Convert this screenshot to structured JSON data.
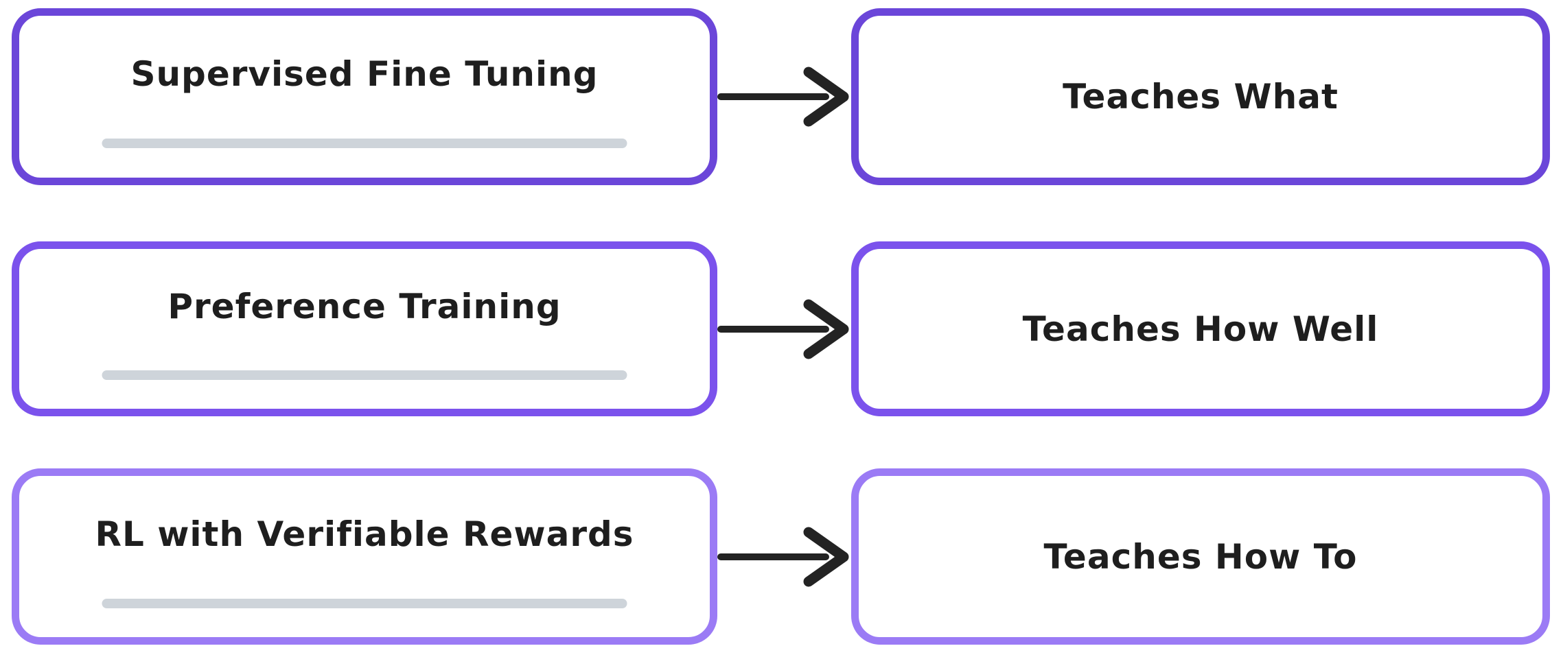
{
  "diagram": {
    "background_color": "#ffffff",
    "text_color": "#1e1e1e",
    "arrow_color": "#232323",
    "underline_color": "#ced4da",
    "rows": [
      {
        "source_label": "Supervised Fine Tuning",
        "target_label": "Teaches What",
        "border_color": "#6b46d9",
        "has_underline": true
      },
      {
        "source_label": "Preference Training",
        "target_label": "Teaches How Well",
        "border_color": "#7b52ec",
        "has_underline": true
      },
      {
        "source_label": "RL with Verifiable Rewards",
        "target_label": "Teaches How To",
        "border_color": "#9b7bf5",
        "has_underline": true
      }
    ]
  }
}
